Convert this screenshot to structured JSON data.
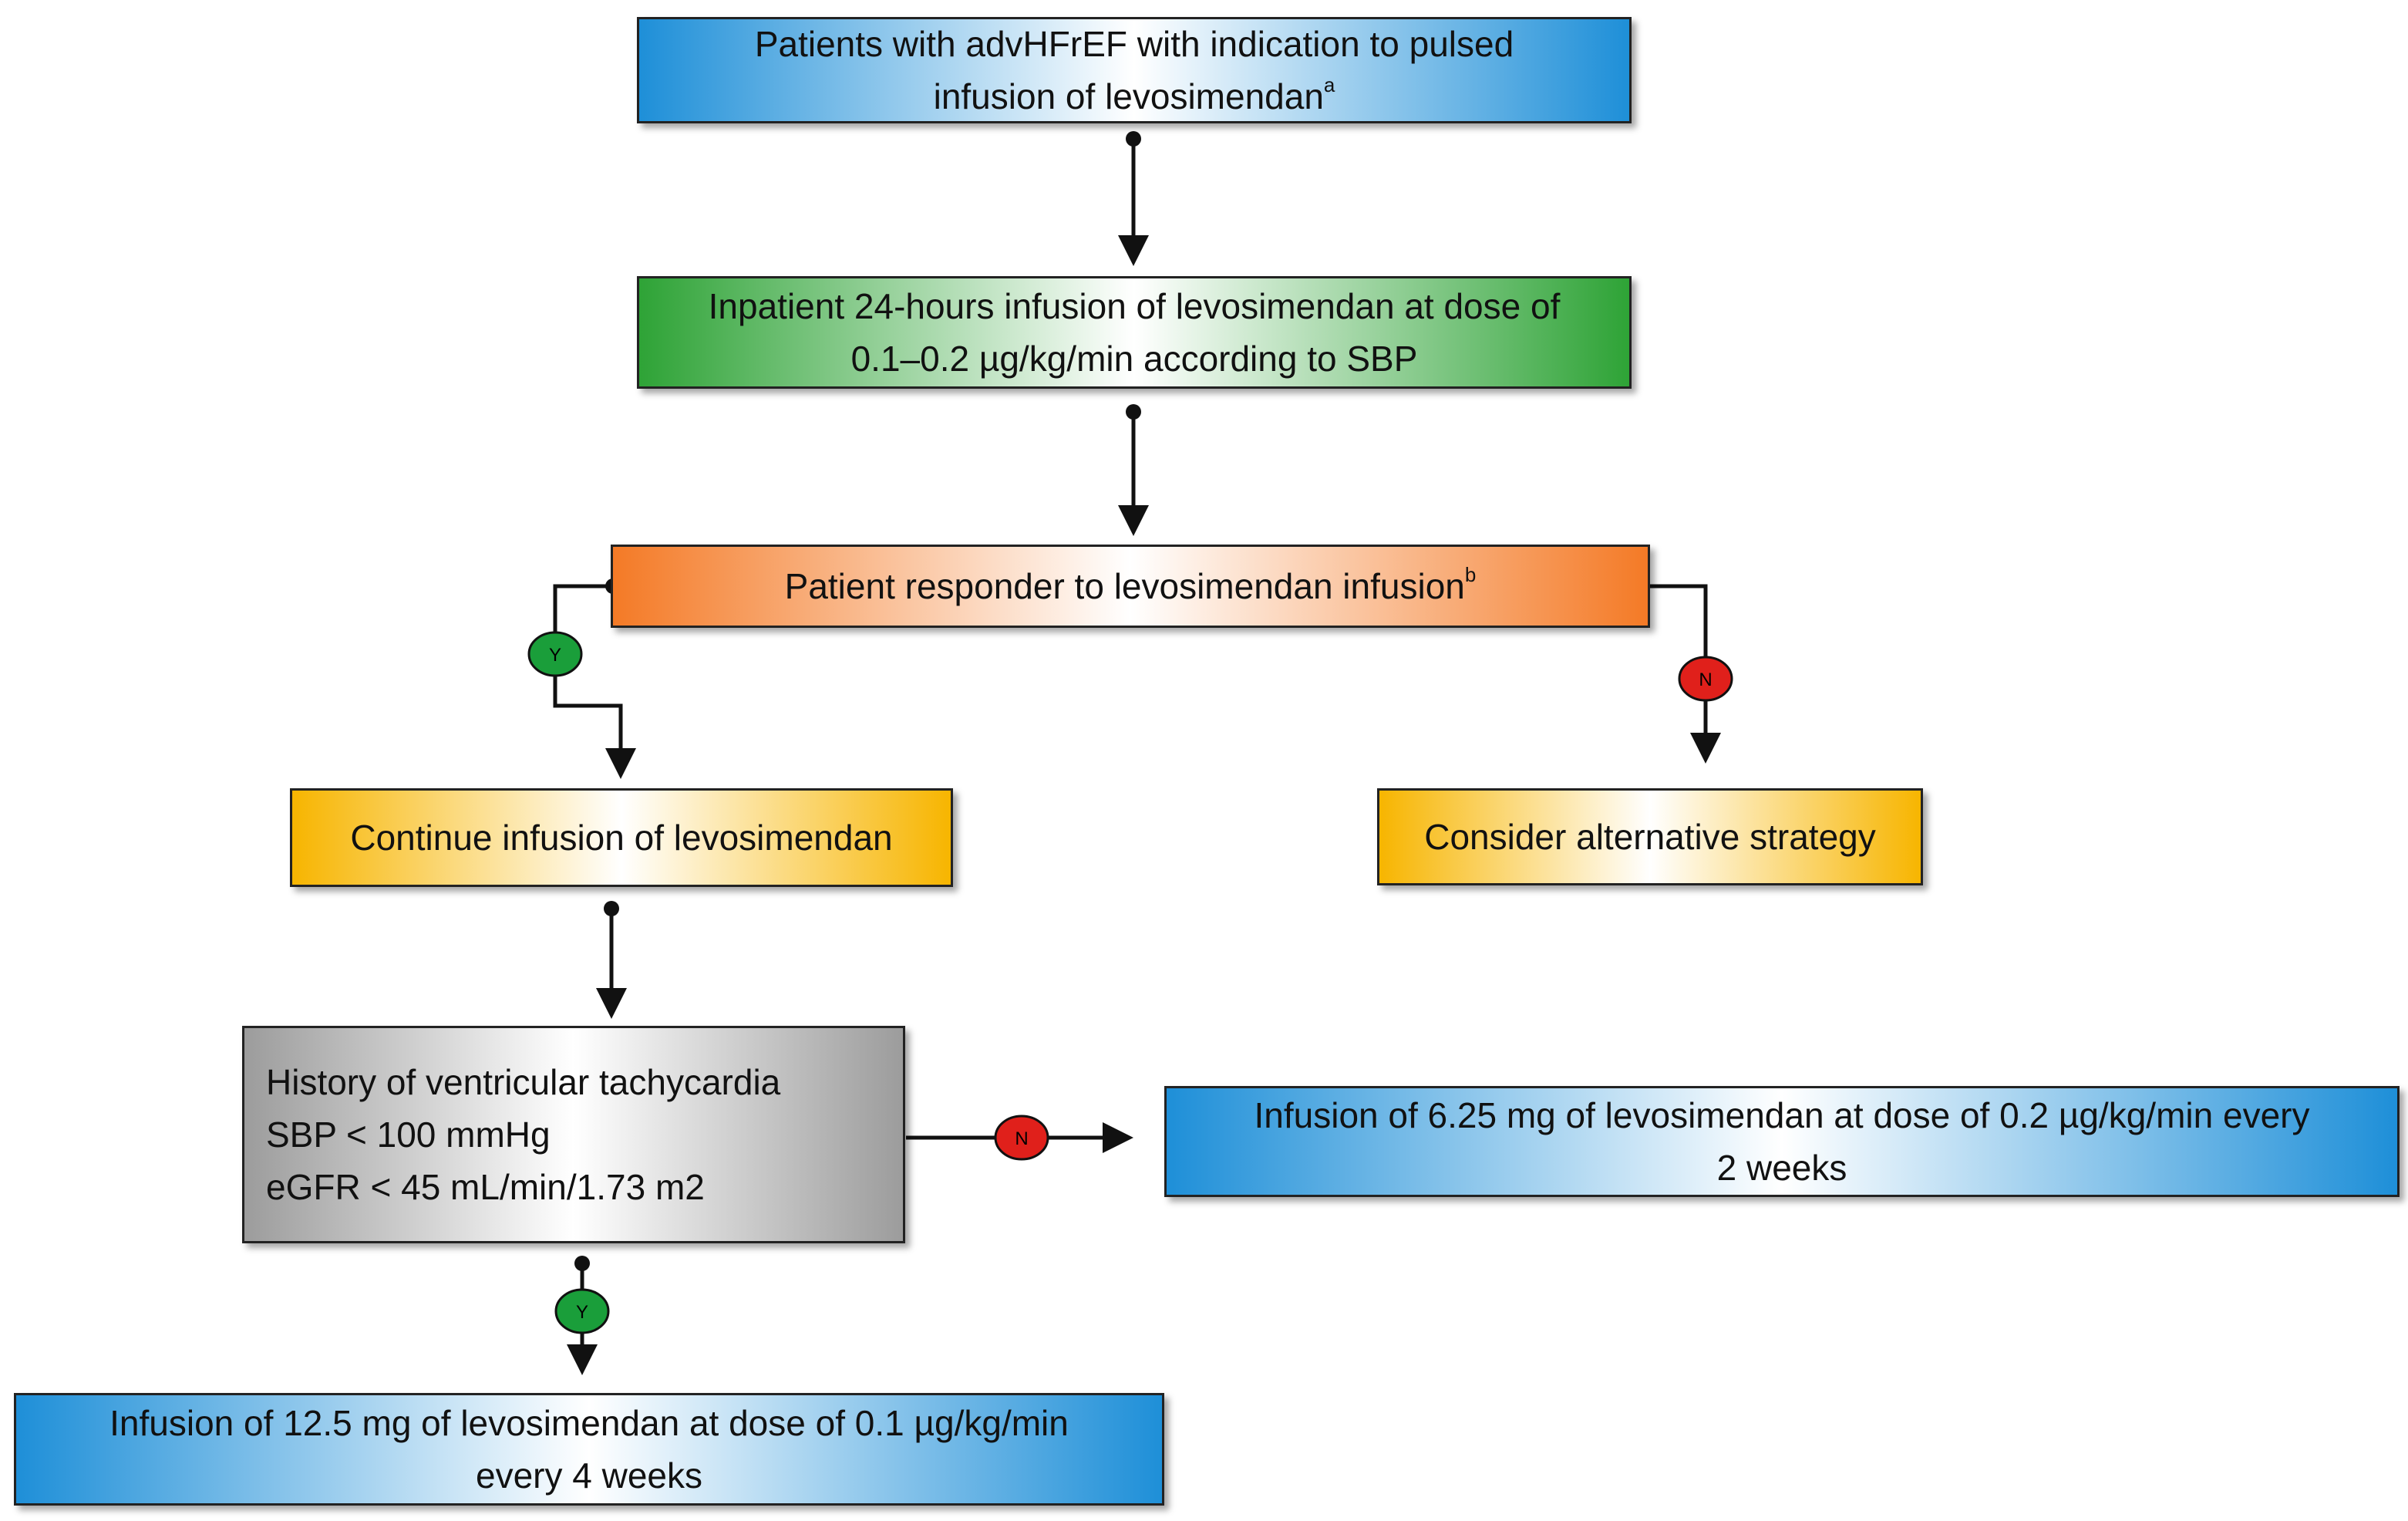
{
  "nodes": {
    "start": {
      "line1": "Patients with advHFrEF with indication to pulsed",
      "line2": "infusion of levosimendan",
      "footnote": "a",
      "color": "#1e8fd8"
    },
    "inpatient": {
      "line1": "Inpatient 24-hours infusion of levosimendan at dose of",
      "line2": "0.1–0.2 µg/kg/min according to SBP",
      "color": "#2ea336"
    },
    "responder": {
      "line1": "Patient responder to levosimendan infusion",
      "footnote": "b",
      "color": "#f47a26"
    },
    "continue": {
      "line1": "Continue infusion of levosimendan",
      "color": "#f7b500"
    },
    "alternative": {
      "line1": "Consider alternative strategy",
      "color": "#f7b500"
    },
    "criteria": {
      "line1": "History of ventricular tachycardia",
      "line2": "SBP < 100 mmHg",
      "line3": "eGFR < 45 mL/min/1.73 m2",
      "color": "#9c9c9c"
    },
    "dose_low": {
      "line1": "Infusion of 6.25 mg of levosimendan at dose of 0.2 µg/kg/min  every",
      "line2": "2 weeks",
      "color": "#1e8fd8"
    },
    "dose_high": {
      "line1": "Infusion of 12.5 mg of levosimendan at dose of 0.1 µg/kg/min",
      "line2": "every 4 weeks",
      "color": "#1e8fd8"
    }
  },
  "badges": {
    "yes": {
      "label": "Y",
      "color": "#1a9e3a"
    },
    "no": {
      "label": "N",
      "color": "#e0201b"
    }
  }
}
